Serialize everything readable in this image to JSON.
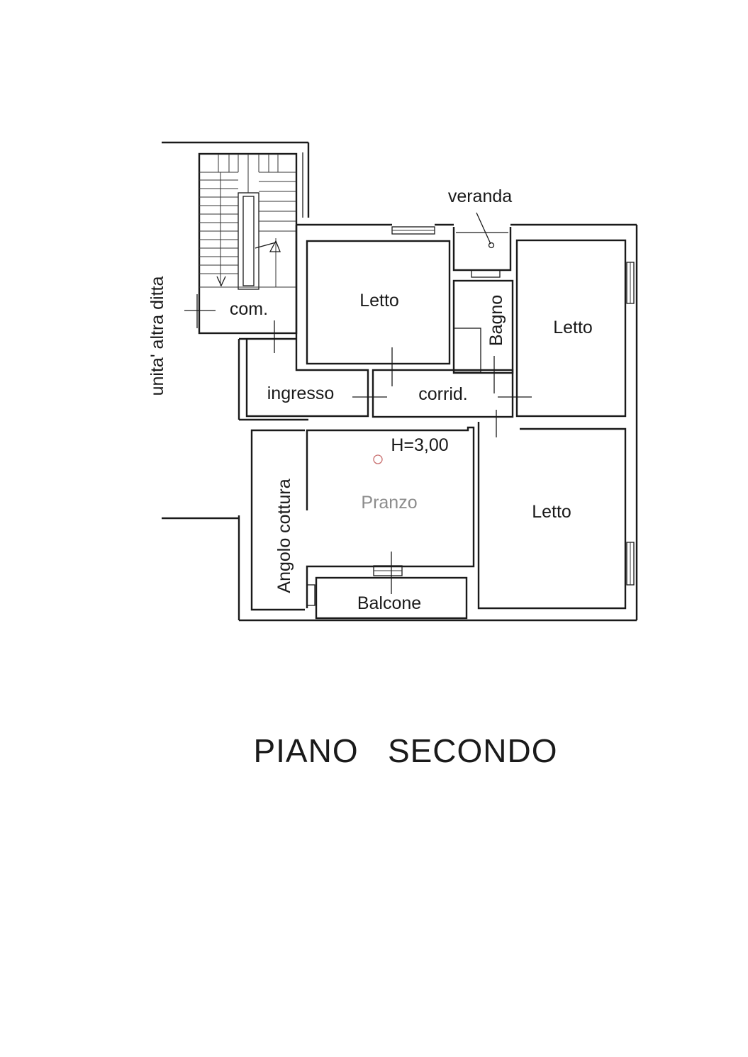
{
  "labels": {
    "veranda": "veranda",
    "letto_1": "Letto",
    "letto_2": "Letto",
    "letto_3": "Letto",
    "bagno": "Bagno",
    "com": "com.",
    "ingresso": "ingresso",
    "corrid": "corrid.",
    "height": "H=3,00",
    "pranzo": "Pranzo",
    "angolo_cottura": "Angolo cottura",
    "balcone": "Balcone",
    "unita_altra_ditta": "unita' altra ditta"
  },
  "title": "PIANO   SECONDO",
  "colors": {
    "line": "#1a1a1a",
    "pranzo_label": "#8c8c8c",
    "marker": "#c86e6e"
  }
}
